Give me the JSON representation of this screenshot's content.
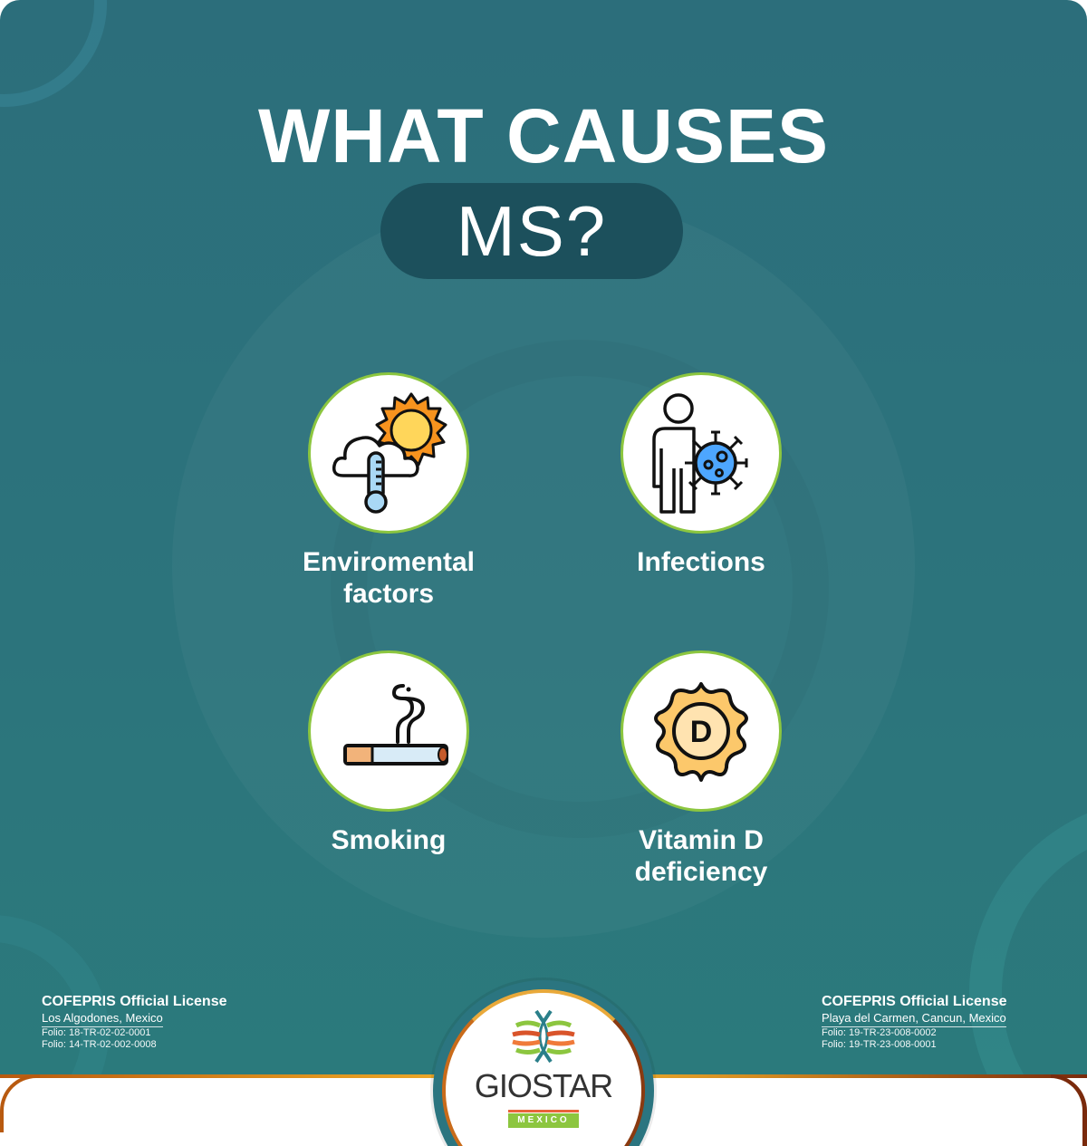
{
  "header": {
    "title_line1": "WHAT CAUSES",
    "title_line2": "MS?"
  },
  "causes": [
    {
      "label_line1": "Enviromental",
      "label_line2": "factors",
      "icon": "weather-thermometer-icon"
    },
    {
      "label_line1": "Infections",
      "label_line2": "",
      "icon": "person-virus-icon"
    },
    {
      "label_line1": "Smoking",
      "label_line2": "",
      "icon": "cigarette-icon"
    },
    {
      "label_line1": "Vitamin D",
      "label_line2": "deficiency",
      "icon": "vitamin-d-sun-icon"
    }
  ],
  "licenses": {
    "left": {
      "heading": "COFEPRIS Official License",
      "location": "Los Algodones, Mexico",
      "folios": [
        "Folio: 18-TR-02-02-0001",
        "Folio: 14-TR-02-002-0008"
      ]
    },
    "right": {
      "heading": "COFEPRIS Official License",
      "location": "Playa del Carmen, Cancun, Mexico",
      "folios": [
        "Folio: 19-TR-23-008-0002",
        "Folio: 19-TR-23-008-0001"
      ]
    }
  },
  "logo": {
    "name": "GIOSTAR",
    "subtitle": "MEXICO"
  },
  "colors": {
    "background": "#2c727c",
    "pill": "#1c505c",
    "icon_ring": "#8cc63f",
    "gold": "#f5b731",
    "logo_green": "#8cc63f"
  }
}
